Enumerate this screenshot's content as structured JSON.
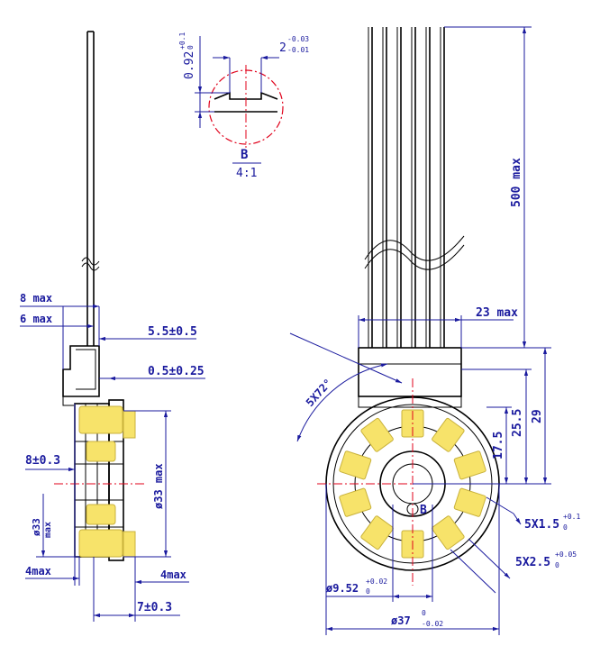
{
  "detail": {
    "letter": "B",
    "scale": "4:1",
    "slot_depth": "0.92",
    "slot_depth_tol_upper": "+0.1",
    "slot_depth_tol_lower": "0",
    "slot_width": "2",
    "slot_width_tol_upper": "-0.03",
    "slot_width_tol_lower": "-0.01"
  },
  "side_view": {
    "dim_8max": "8 max",
    "dim_6max": "6 max",
    "dim_5_5": "5.5±0.5",
    "dim_0_5": "0.5±0.25",
    "dim_8_0_3": "8±0.3",
    "dim_33max": "ø33 max",
    "dim_phi33": "ø33",
    "dim_max": "max",
    "dim_4max_left": "4max",
    "dim_4max_right": "4max",
    "dim_7_0_3": "7±0.3"
  },
  "front_view": {
    "dim_500max": "500 max",
    "dim_23max": "23 max",
    "dim_29": "29",
    "dim_25_5": "25.5",
    "dim_17_5": "17.5",
    "dim_5x72": "5X72°",
    "detail_marker": "B",
    "dim_5x1_5": "5X1.5",
    "dim_5x1_5_tol_upper": "+0.1",
    "dim_5x1_5_tol_lower": "0",
    "dim_5x2_5": "5X2.5",
    "dim_5x2_5_tol_upper": "+0.05",
    "dim_5x2_5_tol_lower": "0",
    "dim_bore": "ø9.52",
    "dim_bore_tol_upper": "+0.02",
    "dim_bore_tol_lower": "0",
    "dim_od": "ø37",
    "dim_od_tol_upper": "0",
    "dim_od_tol_lower": "-0.02"
  },
  "colors": {
    "dimension": "#1a1a9e",
    "centerline": "#e0001a",
    "outline": "#000000",
    "contact_pad": "#f7e36a"
  }
}
